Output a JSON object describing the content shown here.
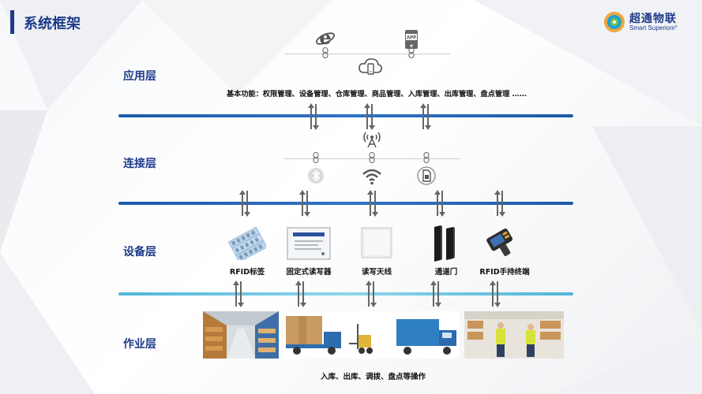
{
  "header": {
    "title": "系统框架"
  },
  "logo": {
    "name_cn": "超通物联",
    "name_en": "Smart Superiom°"
  },
  "layers": {
    "application": "应用层",
    "connection": "连接层",
    "device": "设备层",
    "operation": "作业层"
  },
  "application": {
    "app_badge": "APP",
    "functions": "基本功能：权限管理、设备管理、仓库管理、商品管理、入库管理、出库管理、盘点管理 ……"
  },
  "devices": [
    {
      "label": "RFID标签"
    },
    {
      "label": "固定式读写器"
    },
    {
      "label": "读写天线"
    },
    {
      "label": "通道门"
    },
    {
      "label": "RFID手持终端"
    }
  ],
  "operation": {
    "caption": "入库、出库、调拨、盘点等操作"
  },
  "colors": {
    "brand_blue": "#1f3a8a",
    "divider_blue": "#2f73c6",
    "divider_cyan": "#8fd6ea"
  },
  "icons": [
    "ie-browser-icon",
    "app-phone-icon",
    "cloud-phone-icon",
    "antenna-icon",
    "bluetooth-icon",
    "wifi-icon",
    "sim-card-icon",
    "bidirectional-arrow-icon",
    "chain-link-icon"
  ]
}
